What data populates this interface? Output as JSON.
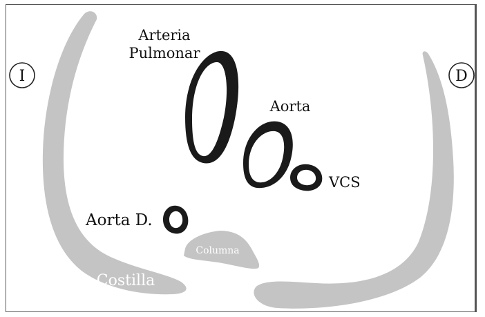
{
  "labels": {
    "side_left": "I",
    "side_right": "D",
    "pulmonary_artery_line1": "Arteria",
    "pulmonary_artery_line2": "Pulmonar",
    "aorta": "Aorta",
    "vcs": "VCS",
    "descending_aorta": "Aorta D.",
    "spine": "Columna",
    "rib": "Costilla"
  },
  "colors": {
    "vessel": "#1a1a1a",
    "bone": "#c4c4c4",
    "background": "#ffffff",
    "frame": "#555555"
  }
}
